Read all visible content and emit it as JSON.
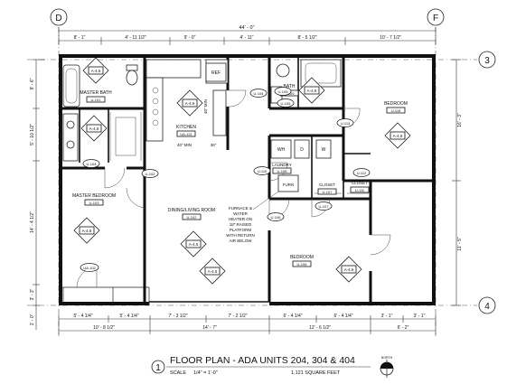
{
  "title": "FLOOR PLAN - ADA UNITS 204, 304 & 404",
  "view_number": "1",
  "scale_label": "SCALE",
  "scale_value": "1/4\" = 1'-0\"",
  "area": "1,121 SQUARE FEET",
  "north_label": "NORTH",
  "grid": {
    "left": "D",
    "right": "F",
    "top_right": "3",
    "bottom_right": "4"
  },
  "dims_top": {
    "overall": "44' - 0\"",
    "segments": [
      "8' - 1\"",
      "4' - 11 1/2\"",
      "9' - 0\"",
      "4' - 11\"",
      "8' - 5 1/2\"",
      "10' - 7 1/2\""
    ]
  },
  "dims_left": [
    "9' - 6\"",
    "5' - 10 1/2\"",
    "14' - 4 1/2\"",
    "3' - 3\"",
    "1' - 0\""
  ],
  "dims_right": [
    "16' - 3\"",
    "11' - 5\""
  ],
  "dims_bottom_1": [
    "5' - 4 1/4\"",
    "5' - 4 1/4\"",
    "7' - 3 1/2\"",
    "7' - 2 1/2\"",
    "6' - 4 1/4\"",
    "6' - 4 1/4\"",
    "3' - 1\"",
    "3' - 1\""
  ],
  "dims_bottom_2": [
    "10' - 8 1/2\"",
    "14' - 7\"",
    "12' - 6 1/2\"",
    "6' - 2\""
  ],
  "rooms": [
    {
      "name": "MASTER BATH",
      "tag": "U-101"
    },
    {
      "name": "KITCHEN",
      "tag": "UA-121"
    },
    {
      "name": "MASTER BEDROOM",
      "tag": "U-103"
    },
    {
      "name": "DINING/LIVING ROOM",
      "tag": "U-102"
    },
    {
      "name": "BATH",
      "tag": "U-109"
    },
    {
      "name": "BEDROOM",
      "tag": "U-115"
    },
    {
      "name": "BEDROOM",
      "tag": "U-106"
    },
    {
      "name": "CLOSET",
      "tag": "U-107"
    },
    {
      "name": "CLOSET",
      "tag": "U-111"
    },
    {
      "name": "LAUNDRY",
      "tag": "U-108"
    }
  ],
  "elevation_tags": [
    "A-4.6",
    "A-4.6",
    "A-4.6",
    "A-4.5",
    "A-4.6",
    "A-4.6",
    "A-4.6",
    "A-4.5",
    "A-4.6"
  ],
  "callouts": [
    "U-104",
    "U-102",
    "U-105",
    "U-113",
    "U-110",
    "U-112",
    "U-106",
    "U-107",
    "U-109",
    "UA-102",
    "U-104"
  ],
  "appliances": [
    "REF",
    "WH",
    "W",
    "D",
    "FURN"
  ],
  "notes": {
    "furnace": [
      "FURNACE &",
      "WATER",
      "HEATER ON",
      "18\" RAISED",
      "PLATFORM",
      "WITH RETURN",
      "AIR BELOW"
    ],
    "kitchen_clear_1": "40\" MIN",
    "kitchen_clear_2": "36\"",
    "kitchen_clear_3": "40\" MIN"
  }
}
